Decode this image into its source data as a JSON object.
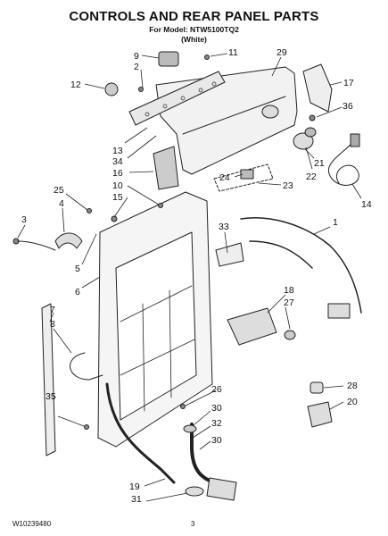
{
  "header": {
    "title": "CONTROLS AND REAR PANEL PARTS",
    "model_line": "For Model: NTW5100TQ2",
    "color_line": "(White)"
  },
  "footer": {
    "doc_number": "W10239480",
    "page_number": "3"
  },
  "callouts": [
    {
      "id": "c9",
      "text": "9"
    },
    {
      "id": "c2",
      "text": "2"
    },
    {
      "id": "c11",
      "text": "11"
    },
    {
      "id": "c29",
      "text": "29"
    },
    {
      "id": "c12",
      "text": "12"
    },
    {
      "id": "c17",
      "text": "17"
    },
    {
      "id": "c36",
      "text": "36"
    },
    {
      "id": "c13",
      "text": "13"
    },
    {
      "id": "c34",
      "text": "34"
    },
    {
      "id": "c21",
      "text": "21"
    },
    {
      "id": "c16",
      "text": "16"
    },
    {
      "id": "c22",
      "text": "22"
    },
    {
      "id": "c24",
      "text": "24"
    },
    {
      "id": "c23",
      "text": "23"
    },
    {
      "id": "c14",
      "text": "14"
    },
    {
      "id": "c10",
      "text": "10"
    },
    {
      "id": "c25",
      "text": "25"
    },
    {
      "id": "c15",
      "text": "15"
    },
    {
      "id": "c4",
      "text": "4"
    },
    {
      "id": "c3",
      "text": "3"
    },
    {
      "id": "c33",
      "text": "33"
    },
    {
      "id": "c1",
      "text": "1"
    },
    {
      "id": "c5",
      "text": "5"
    },
    {
      "id": "c6",
      "text": "6"
    },
    {
      "id": "c18",
      "text": "18"
    },
    {
      "id": "c27",
      "text": "27"
    },
    {
      "id": "c7",
      "text": "7"
    },
    {
      "id": "c8",
      "text": "8"
    },
    {
      "id": "c26",
      "text": "26"
    },
    {
      "id": "c28",
      "text": "28"
    },
    {
      "id": "c35",
      "text": "35"
    },
    {
      "id": "c20",
      "text": "20"
    },
    {
      "id": "c30a",
      "text": "30"
    },
    {
      "id": "c32",
      "text": "32"
    },
    {
      "id": "c30b",
      "text": "30"
    },
    {
      "id": "c19",
      "text": "19"
    },
    {
      "id": "c31",
      "text": "31"
    }
  ]
}
